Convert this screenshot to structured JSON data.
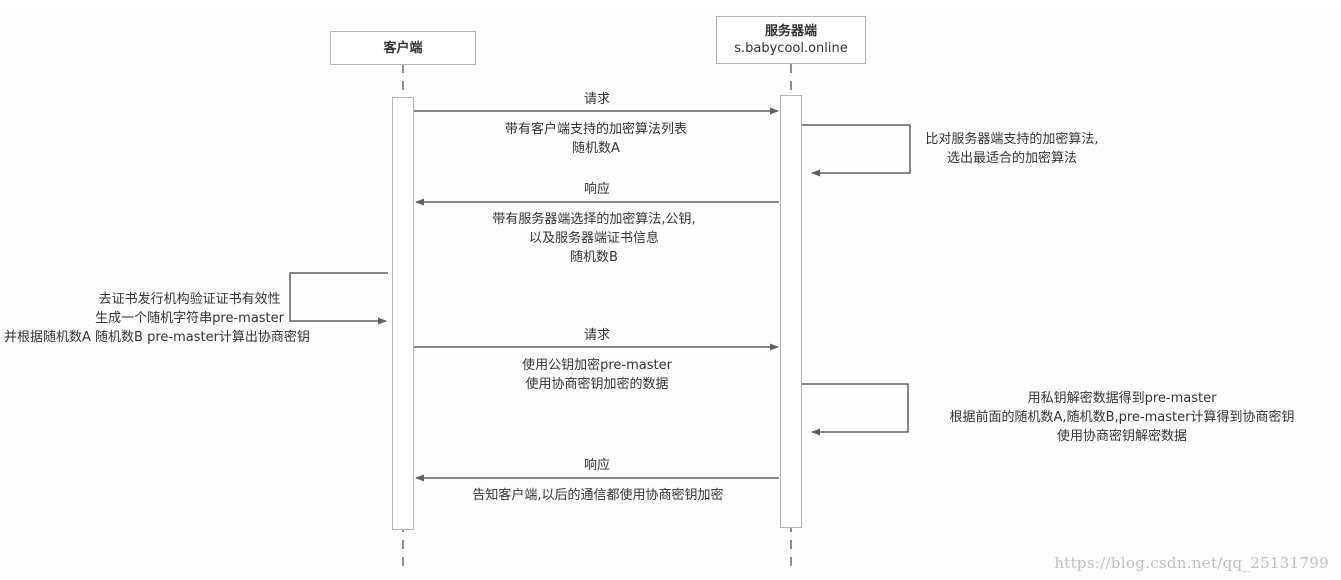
{
  "participants": {
    "client": {
      "name": "客户端"
    },
    "server": {
      "name": "服务器端",
      "host": "s.babycool.online"
    }
  },
  "messages": {
    "m1": {
      "label": "请求",
      "details": [
        "带有客户端支持的加密算法列表",
        "随机数A"
      ]
    },
    "self1": {
      "details": [
        "比对服务器端支持的加密算法,",
        "选出最适合的加密算法"
      ]
    },
    "m2": {
      "label": "响应",
      "details": [
        "带有服务器端选择的加密算法,公钥,",
        "以及服务器端证书信息",
        "随机数B"
      ]
    },
    "self2": {
      "details": [
        "去证书发行机构验证证书有效性",
        "生成一个随机字符串pre-master",
        "并根据随机数A 随机数B pre-master计算出协商密钥"
      ]
    },
    "m3": {
      "label": "请求",
      "details": [
        "使用公钥加密pre-master",
        "使用协商密钥加密的数据"
      ]
    },
    "self3": {
      "details": [
        "用私钥解密数据得到pre-master",
        "根据前面的随机数A,随机数B,pre-master计算得到协商密钥",
        "使用协商密钥解密数据"
      ]
    },
    "m4": {
      "label": "响应",
      "details": [
        "告知客户端,以后的通信都使用协商密钥加密"
      ]
    }
  },
  "watermark": "https://blog.csdn.net/qq_25131799",
  "colors": {
    "line": "#5f5f5f",
    "lifeline": "#6a6a6a",
    "box_border": "#b5b5b5",
    "text": "#333333"
  }
}
